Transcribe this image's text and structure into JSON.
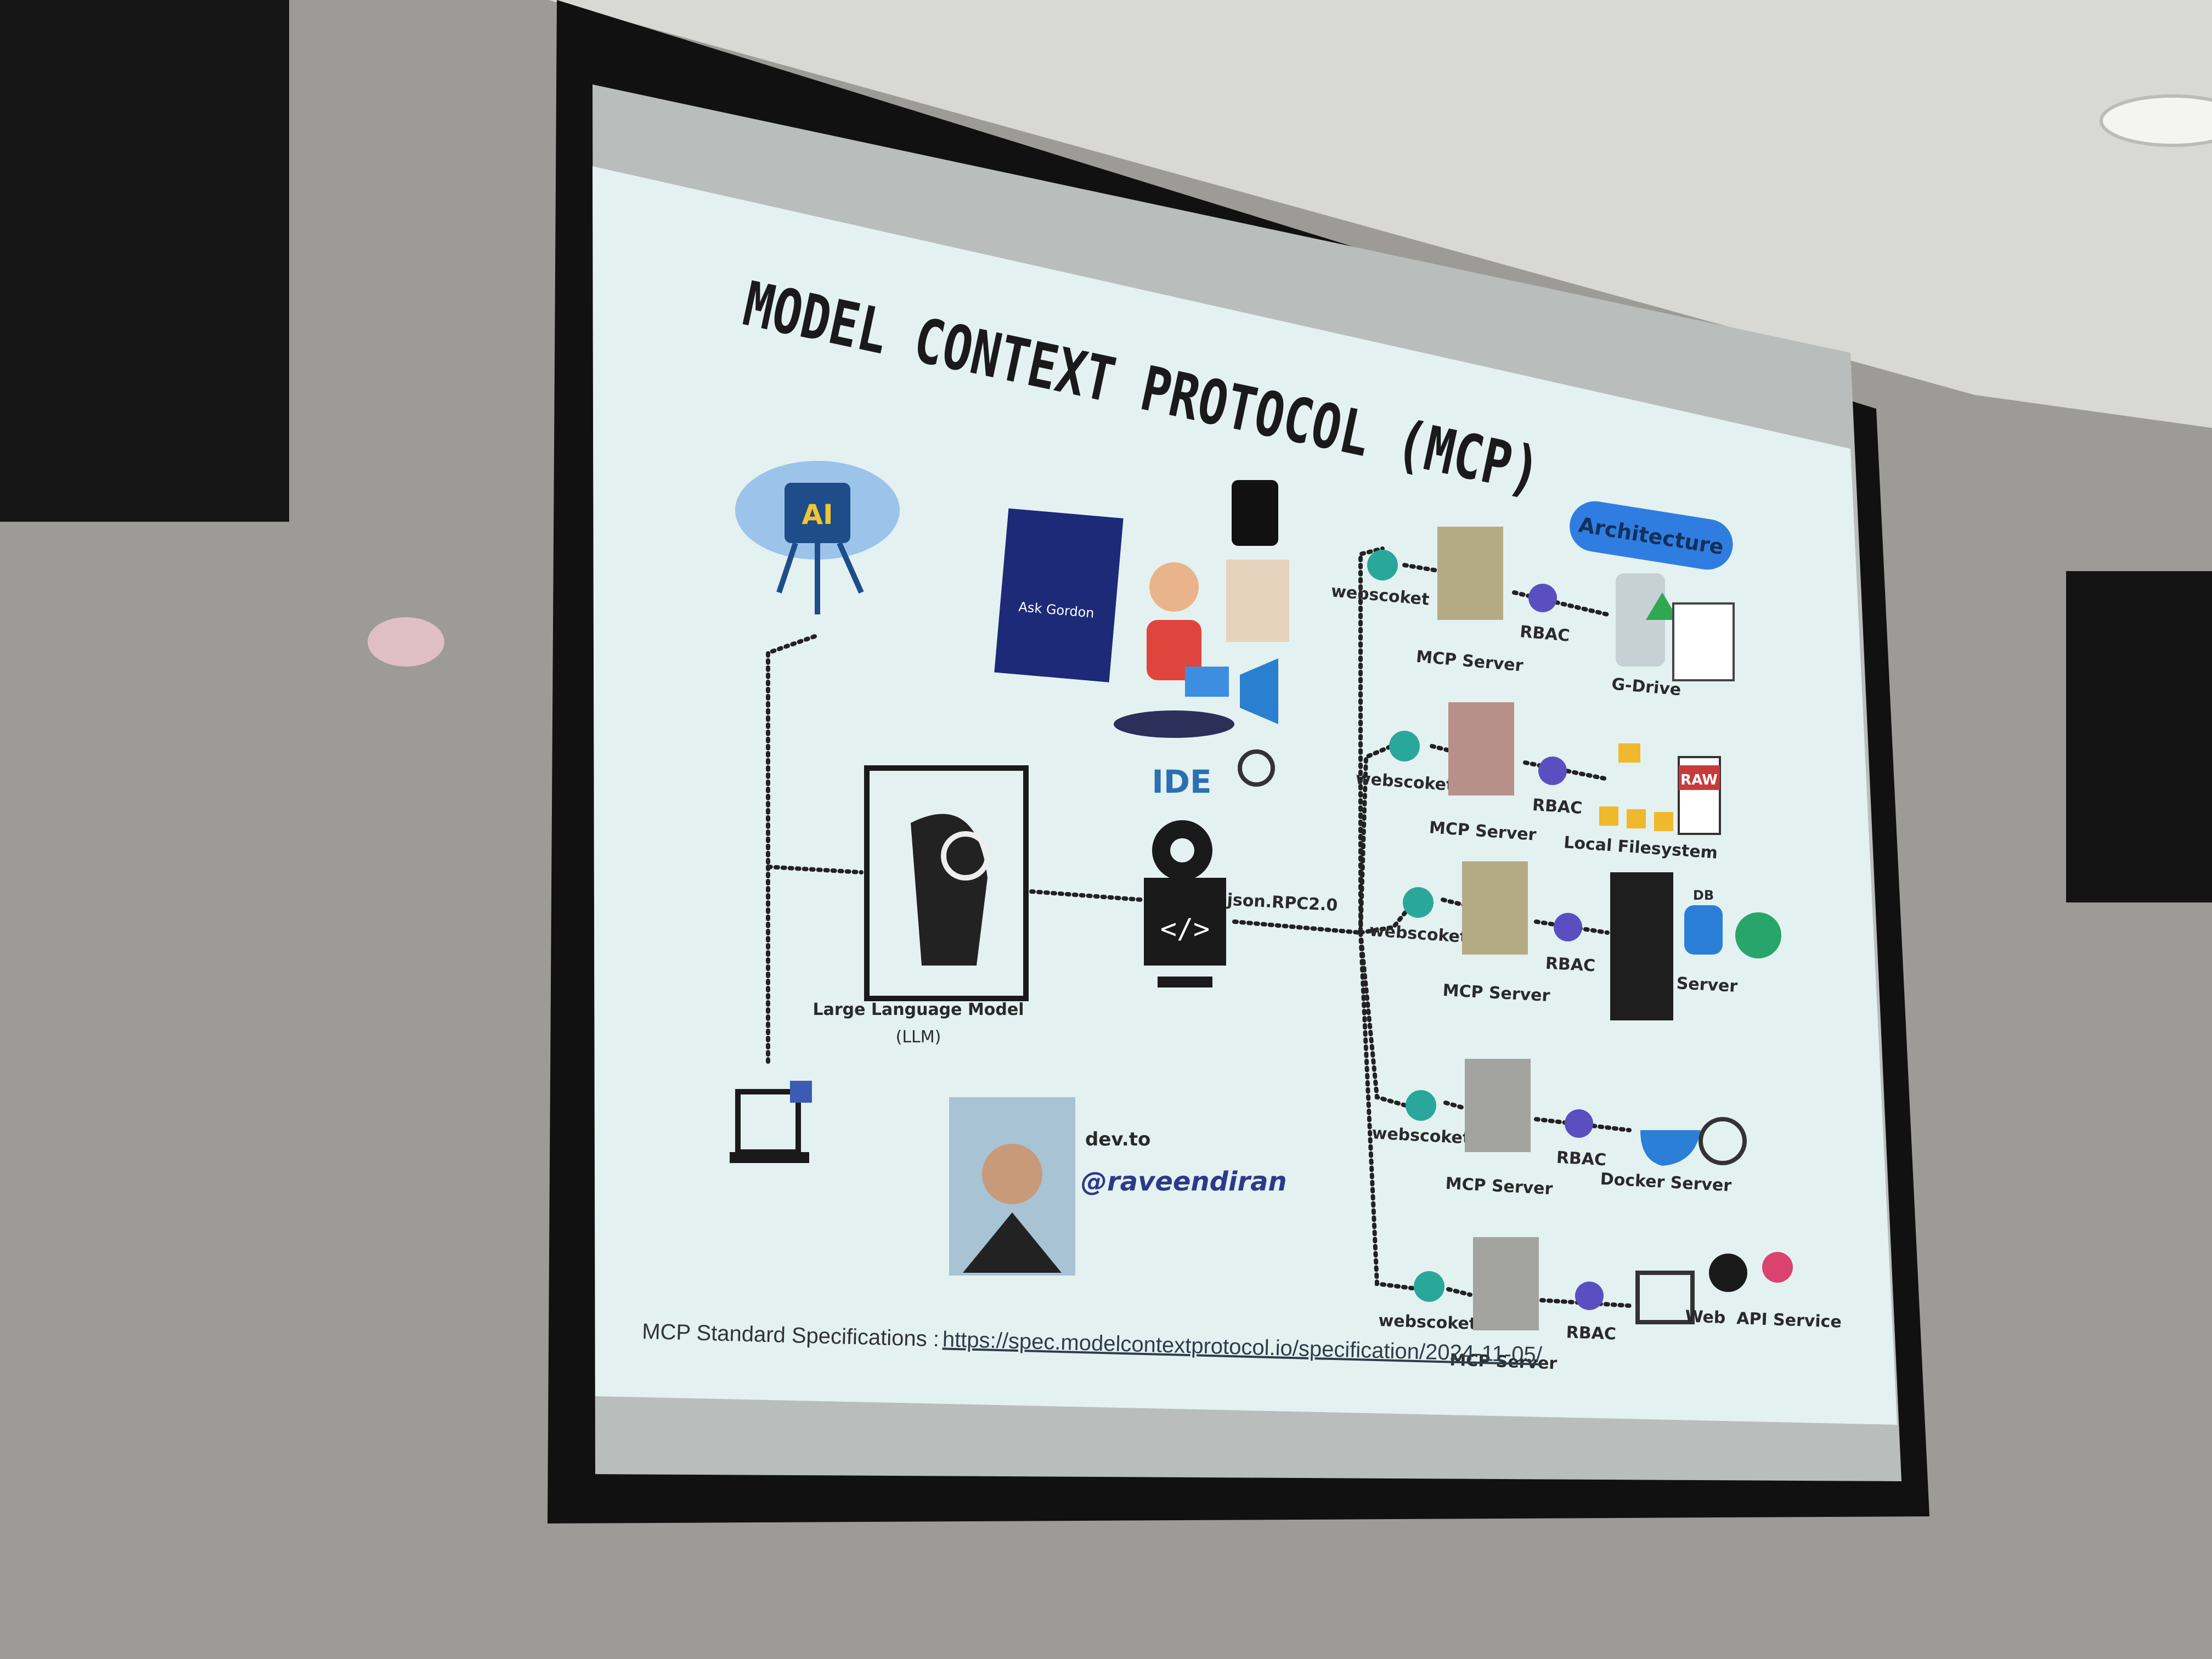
{
  "slide": {
    "title": "MODEL CONTEXT PROTOCOL (MCP)",
    "badge": "Architecture",
    "badge_color": "#2f7de0",
    "ask_gordon": "Ask Gordon",
    "ide_label": "IDE",
    "ide_color": "#2a6fb3",
    "llm_label": "Large Language Model",
    "llm_sub": "(LLM)",
    "protocol_label": "json.RPC2.0",
    "author_site": "dev.to",
    "author_handle": "@raveendiran",
    "spec_label": "MCP Standard Specifications :",
    "spec_url": "https://spec.modelcontextprotocol.io/specification/2024-11-05/",
    "rows": [
      {
        "transport": "webscoket",
        "server": "MCP Server",
        "auth": "RBAC",
        "targets": [
          "G-Drive"
        ]
      },
      {
        "transport": "webscoket",
        "server": "MCP Server",
        "auth": "RBAC",
        "targets": [
          "Local Filesystem",
          "RAW"
        ]
      },
      {
        "transport": "webscoket",
        "server": "MCP Server",
        "auth": "RBAC",
        "targets": [
          "DB",
          "Server"
        ]
      },
      {
        "transport": "webscoket",
        "server": "MCP Server",
        "auth": "RBAC",
        "targets": [
          "Docker Server"
        ]
      },
      {
        "transport": "webscoket",
        "server": "MCP Server",
        "auth": "RBAC",
        "targets": [
          "Web",
          "API Service"
        ]
      }
    ]
  }
}
